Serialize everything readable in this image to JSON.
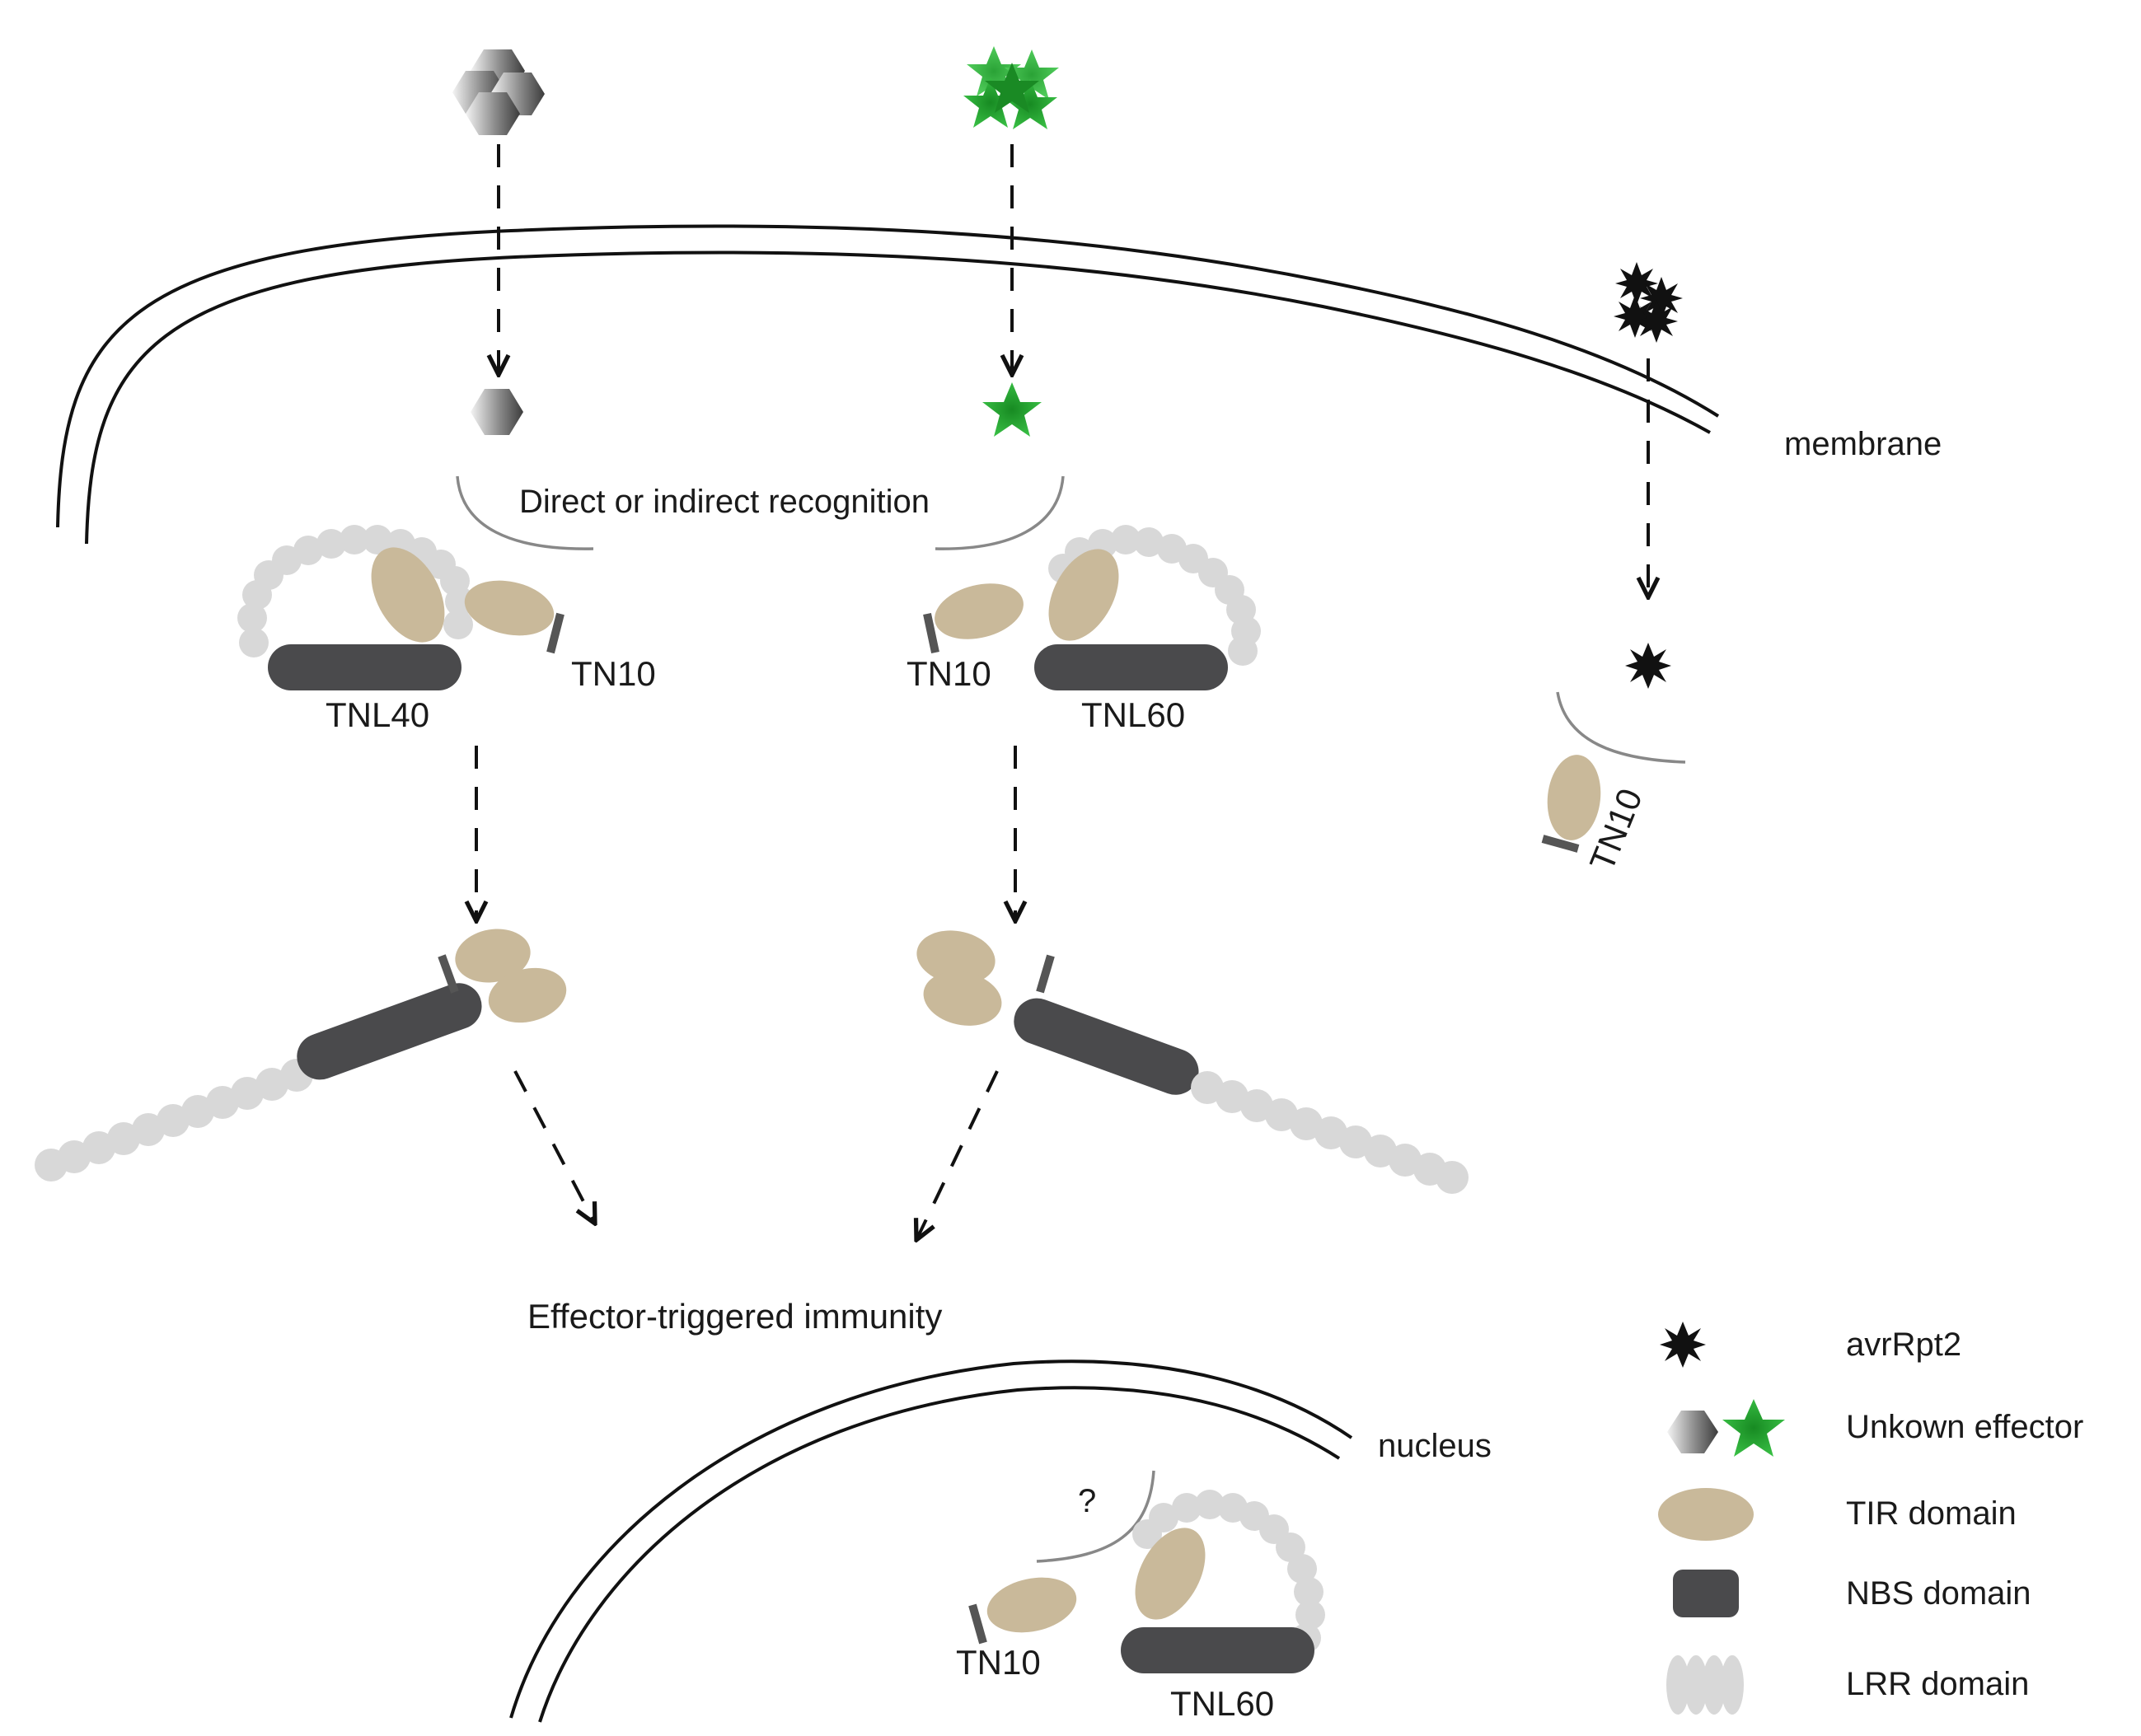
{
  "labels": {
    "membrane": "membrane",
    "nucleus": "nucleus",
    "recognition": "Direct or indirect recognition",
    "eti": "Effector-triggered immunity",
    "tnl40": "TNL40",
    "tnl60": "TNL60",
    "tnl60_nucleus": "TNL60",
    "tn10_left": "TN10",
    "tn10_mid": "TN10",
    "tn10_right": "TN10",
    "tn10_nucleus": "TN10",
    "question": "?"
  },
  "legend": [
    {
      "icon": "spiky-black-effector-icon",
      "label": "avrRpt2"
    },
    {
      "icon": "hexagon-and-star-effector-icon",
      "label": "Unkown effector"
    },
    {
      "icon": "tir-oval-icon",
      "label": "TIR domain"
    },
    {
      "icon": "nbs-bar-icon",
      "label": "NBS domain"
    },
    {
      "icon": "lrr-wave-icon",
      "label": "LRR domain"
    }
  ],
  "colors": {
    "tir": "#c9b99a",
    "nbs": "#4a4a4c",
    "lrr": "#d4d4d4",
    "star": "#1e9a2a",
    "hexagon": "#6a6a6a",
    "avr": "#111111"
  }
}
